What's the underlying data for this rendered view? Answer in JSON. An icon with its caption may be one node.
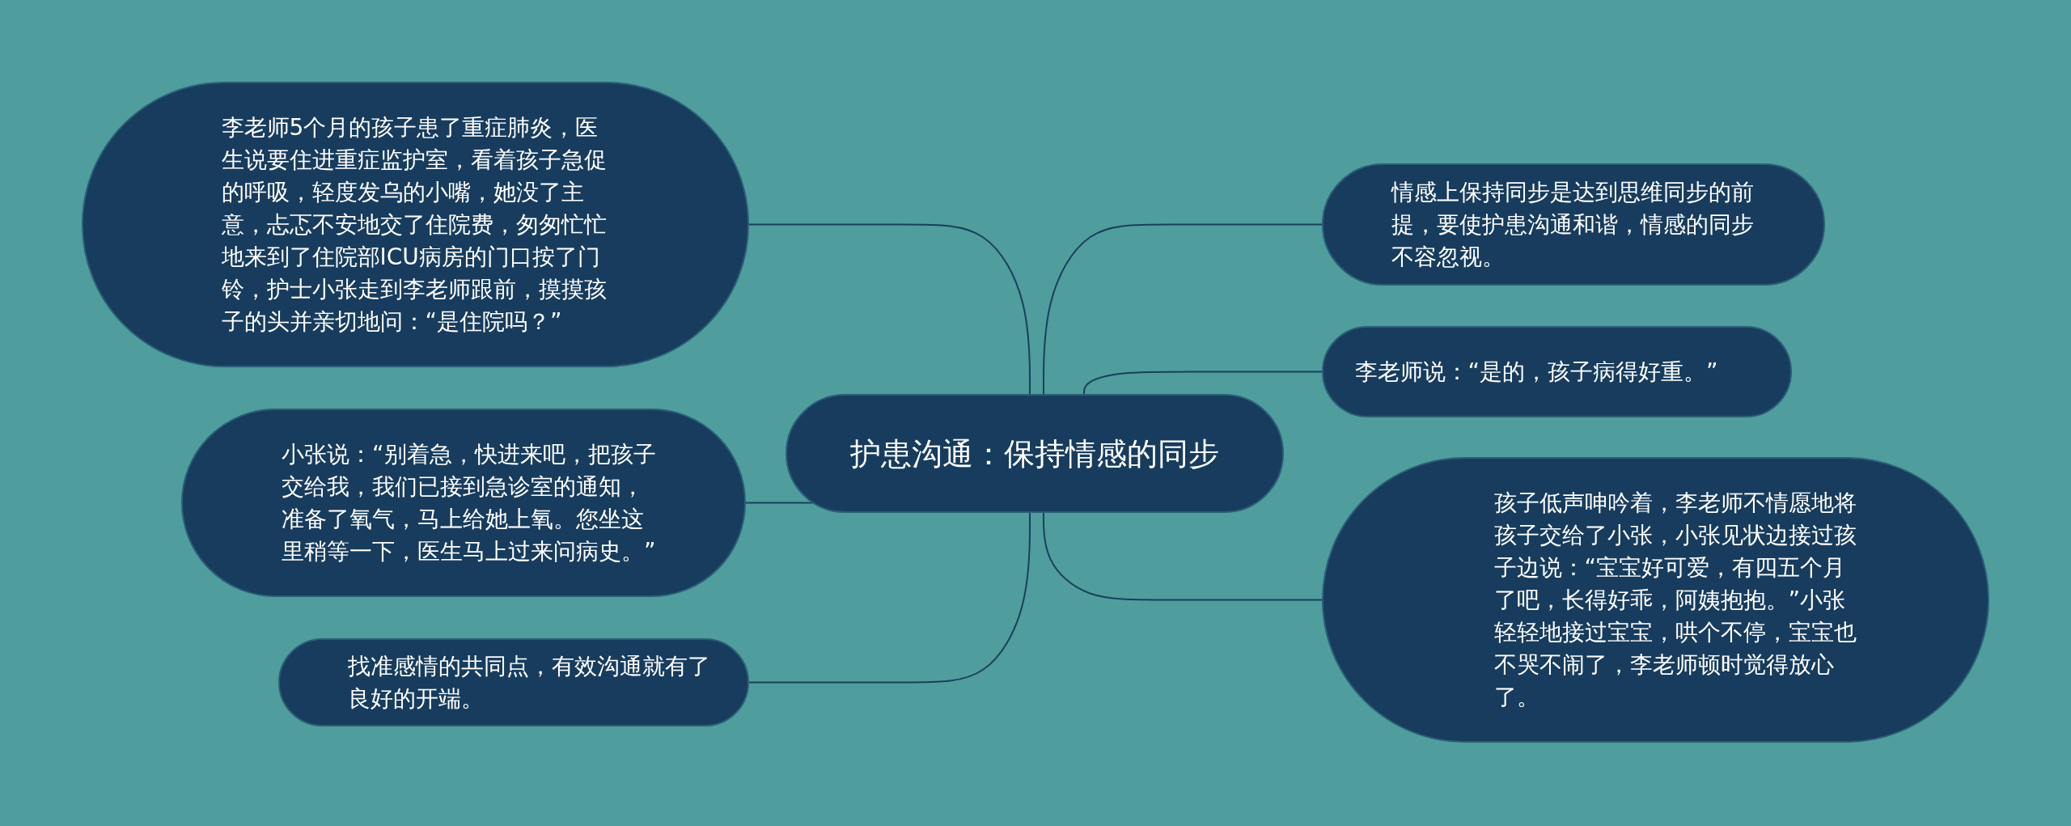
{
  "diagram": {
    "nodes": [
      {
        "text": [
          "护患沟通：保持情感的同步"
        ]
      },
      {
        "text": [
          "李老师5个月的孩子患了重症肺炎，医生说要住进重症监护室，看着孩子急促的呼吸，轻度发乌的小嘴，她没了主意，忐忑不安地交了住院费，匆匆忙忙地来到了住院部ICU病房的门口按了门铃，护士小张走到李老师跟前，摸摸孩子的头并亲切地问：“是住院吗？”"
        ]
      },
      {
        "text": [
          "小张说：“别着急，快进来吧，把孩子交给我，我们已接到急诊室的通知，准备了氧气，马上给她上氧。您坐这里稍等一下，医生马上过来问病史。”"
        ]
      },
      {
        "text": [
          "找准感情的共同点，有效沟通就有了良好的开端。"
        ]
      },
      {
        "text": [
          "情感上保持同步是达到思维同步的前提，要使护患沟通和谐，情感的同步不容忽视。"
        ]
      },
      {
        "text": [
          "李老师说：“是的，孩子病得好重。”"
        ]
      },
      {
        "text": [
          "孩子低声呻吟着，李老师不情愿地将孩子交给了小张，小张见状边接过孩子边说：“宝宝好可爱，有四五个月了吧，长得好乖，阿姨抱抱。”小张轻轻地接过宝宝，哄个不停，宝宝也不哭不闹了，李老师顿时觉得放心了。"
        ]
      }
    ],
    "edges": [
      {
        "from": 0,
        "to": 1,
        "arrow": "none"
      },
      {
        "from": 0,
        "to": 2,
        "arrow": "none"
      },
      {
        "from": 0,
        "to": 3,
        "arrow": "none"
      },
      {
        "from": 0,
        "to": 4,
        "arrow": "none"
      },
      {
        "from": 0,
        "to": 5,
        "arrow": "none"
      },
      {
        "from": 0,
        "to": 6,
        "arrow": "none"
      }
    ]
  }
}
